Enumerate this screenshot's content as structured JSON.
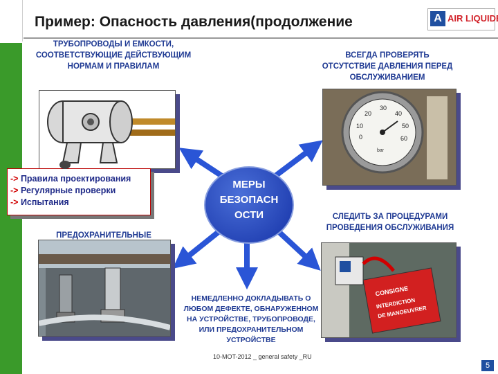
{
  "title": "Пример: Опасность давления(продолжение",
  "logo_text": "AIR LIQUIDE",
  "logo_mark": "A",
  "labels": {
    "top_left": "ТРУБОПРОВОДЫ И ЕМКОСТИ, СООТВЕТСТВУЮЩИЕ ДЕЙСТВУЮЩИМ НОРМАМ И ПРАВИЛАМ",
    "top_right": "ВСЕГДА ПРОВЕРЯТЬ ОТСУТСТВИЕ ДАВЛЕНИЯ ПЕРЕД ОБСЛУЖИВАНИЕМ",
    "mid_right": "СЛЕДИТЬ ЗА ПРОЦЕДУРАМИ ПРОВЕДЕНИЯ ОБСЛУЖИВАНИЯ",
    "mid_left": "ПРЕДОХРАНИТЕЛЬНЫЕ",
    "bottom": "НЕМЕДЛЕННО ДОКЛАДЫВАТЬ О ЛЮБОМ ДЕФЕКТЕ, ОБНАРУЖЕННОМ НА УСТРОЙСТВЕ, ТРУБОПРОВОДЕ, ИЛИ ПРЕДОХРАНИТЕЛЬНОМ УСТРОЙСТВЕ"
  },
  "bullets": [
    {
      "arrow": "->",
      "text": " Правила проектирования"
    },
    {
      "arrow": "->",
      "text": " Регулярные проверки"
    },
    {
      "arrow": "->",
      "text": " Испытания"
    }
  ],
  "center": {
    "line1": "МЕРЫ",
    "line2": "БЕЗОПАСН",
    "line3": "ОСТИ"
  },
  "gauge_ticks": [
    "0",
    "10",
    "20",
    "30",
    "40",
    "50",
    "60"
  ],
  "gauge_unit": "bar",
  "lock_tag": {
    "line1": "CONSIGNE",
    "line2": "INTERDICTION",
    "line3": "DE MANOEUVRER"
  },
  "footer": "10-MOT-2012 _ general safety _RU",
  "page_number": "5",
  "colors": {
    "accent_blue": "#1f3a93",
    "bar_green": "#3a9a2a",
    "arrow_blue": "#2a55d6",
    "bullet_red": "#d10000"
  }
}
